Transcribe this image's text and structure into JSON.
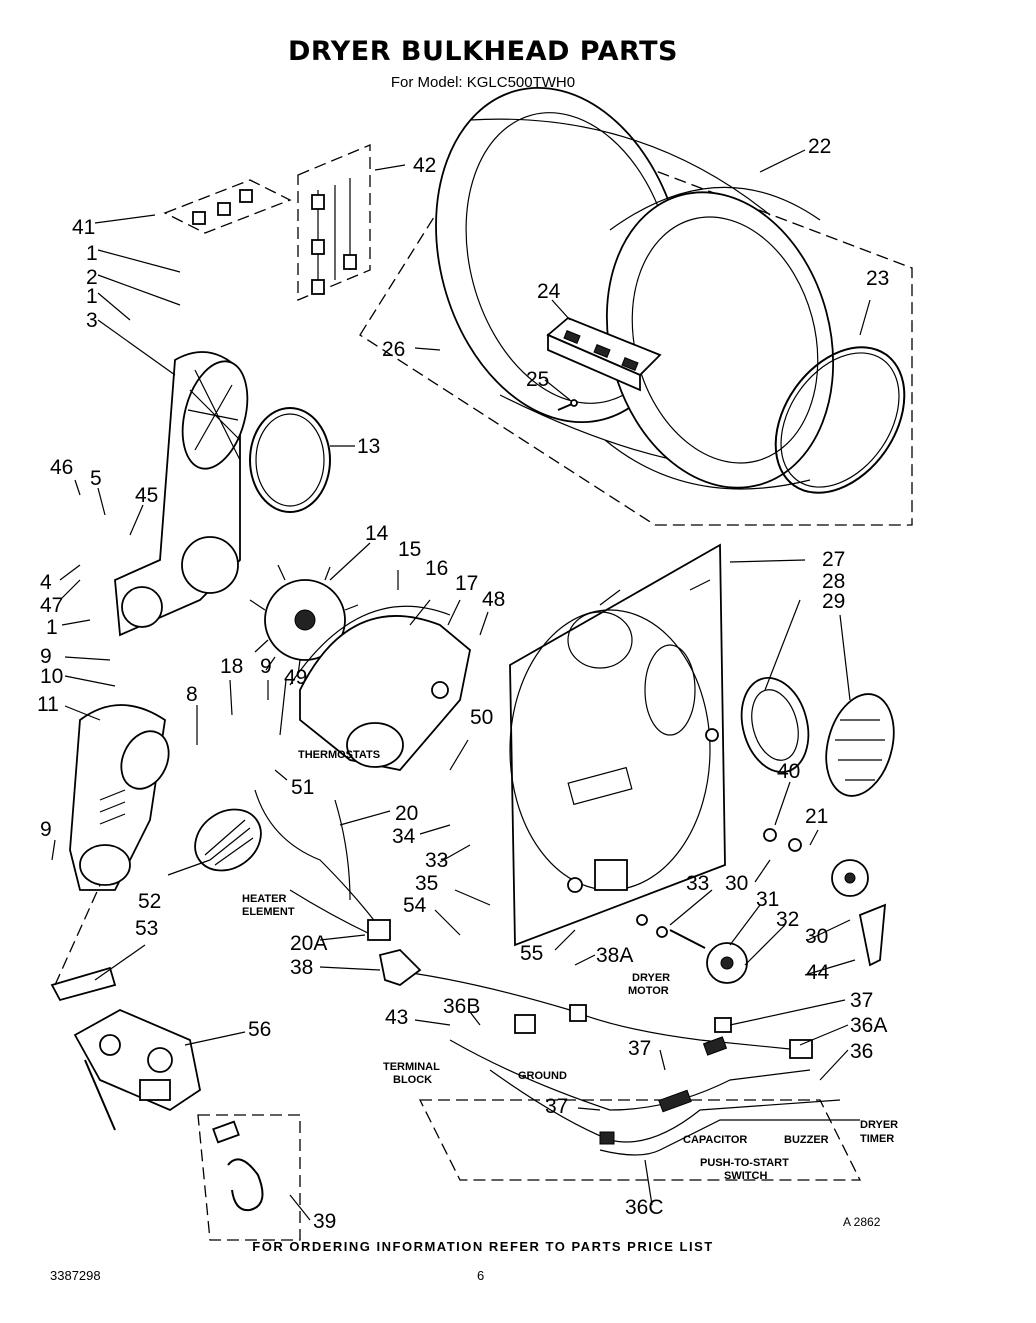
{
  "header": {
    "title": "DRYER BULKHEAD PARTS",
    "model_line": "For Model: KGLC500TWH0"
  },
  "callouts": [
    "41",
    "1",
    "2",
    "1",
    "3",
    "42",
    "22",
    "23",
    "24",
    "25",
    "26",
    "13",
    "46",
    "5",
    "45",
    "4",
    "47",
    "1",
    "9",
    "10",
    "11",
    "8",
    "18",
    "9",
    "49",
    "14",
    "15",
    "16",
    "17",
    "48",
    "50",
    "27",
    "28",
    "29",
    "20",
    "34",
    "33",
    "35",
    "54",
    "20A",
    "38",
    "52",
    "53",
    "9",
    "51",
    "40",
    "21",
    "33",
    "30",
    "31",
    "32",
    "30",
    "44",
    "55",
    "38A",
    "37",
    "36A",
    "36",
    "43",
    "36B",
    "37",
    "37",
    "36C",
    "56",
    "39"
  ],
  "text_labels": {
    "thermostats": "THERMOSTATS",
    "heater_element_1": "HEATER",
    "heater_element_2": "ELEMENT",
    "dryer_motor_1": "DRYER",
    "dryer_motor_2": "MOTOR",
    "terminal_block_1": "TERMINAL",
    "terminal_block_2": "BLOCK",
    "ground": "GROUND",
    "capacitor": "CAPACITOR",
    "buzzer": "BUZZER",
    "dryer_timer_1": "DRYER",
    "dryer_timer_2": "TIMER",
    "push_to_start_1": "PUSH-TO-START",
    "push_to_start_2": "SWITCH"
  },
  "footer": {
    "ordering_note": "FOR ORDERING INFORMATION REFER TO PARTS PRICE LIST",
    "doc_number": "3387298",
    "page_number": "6",
    "art_code": "A 2862"
  }
}
